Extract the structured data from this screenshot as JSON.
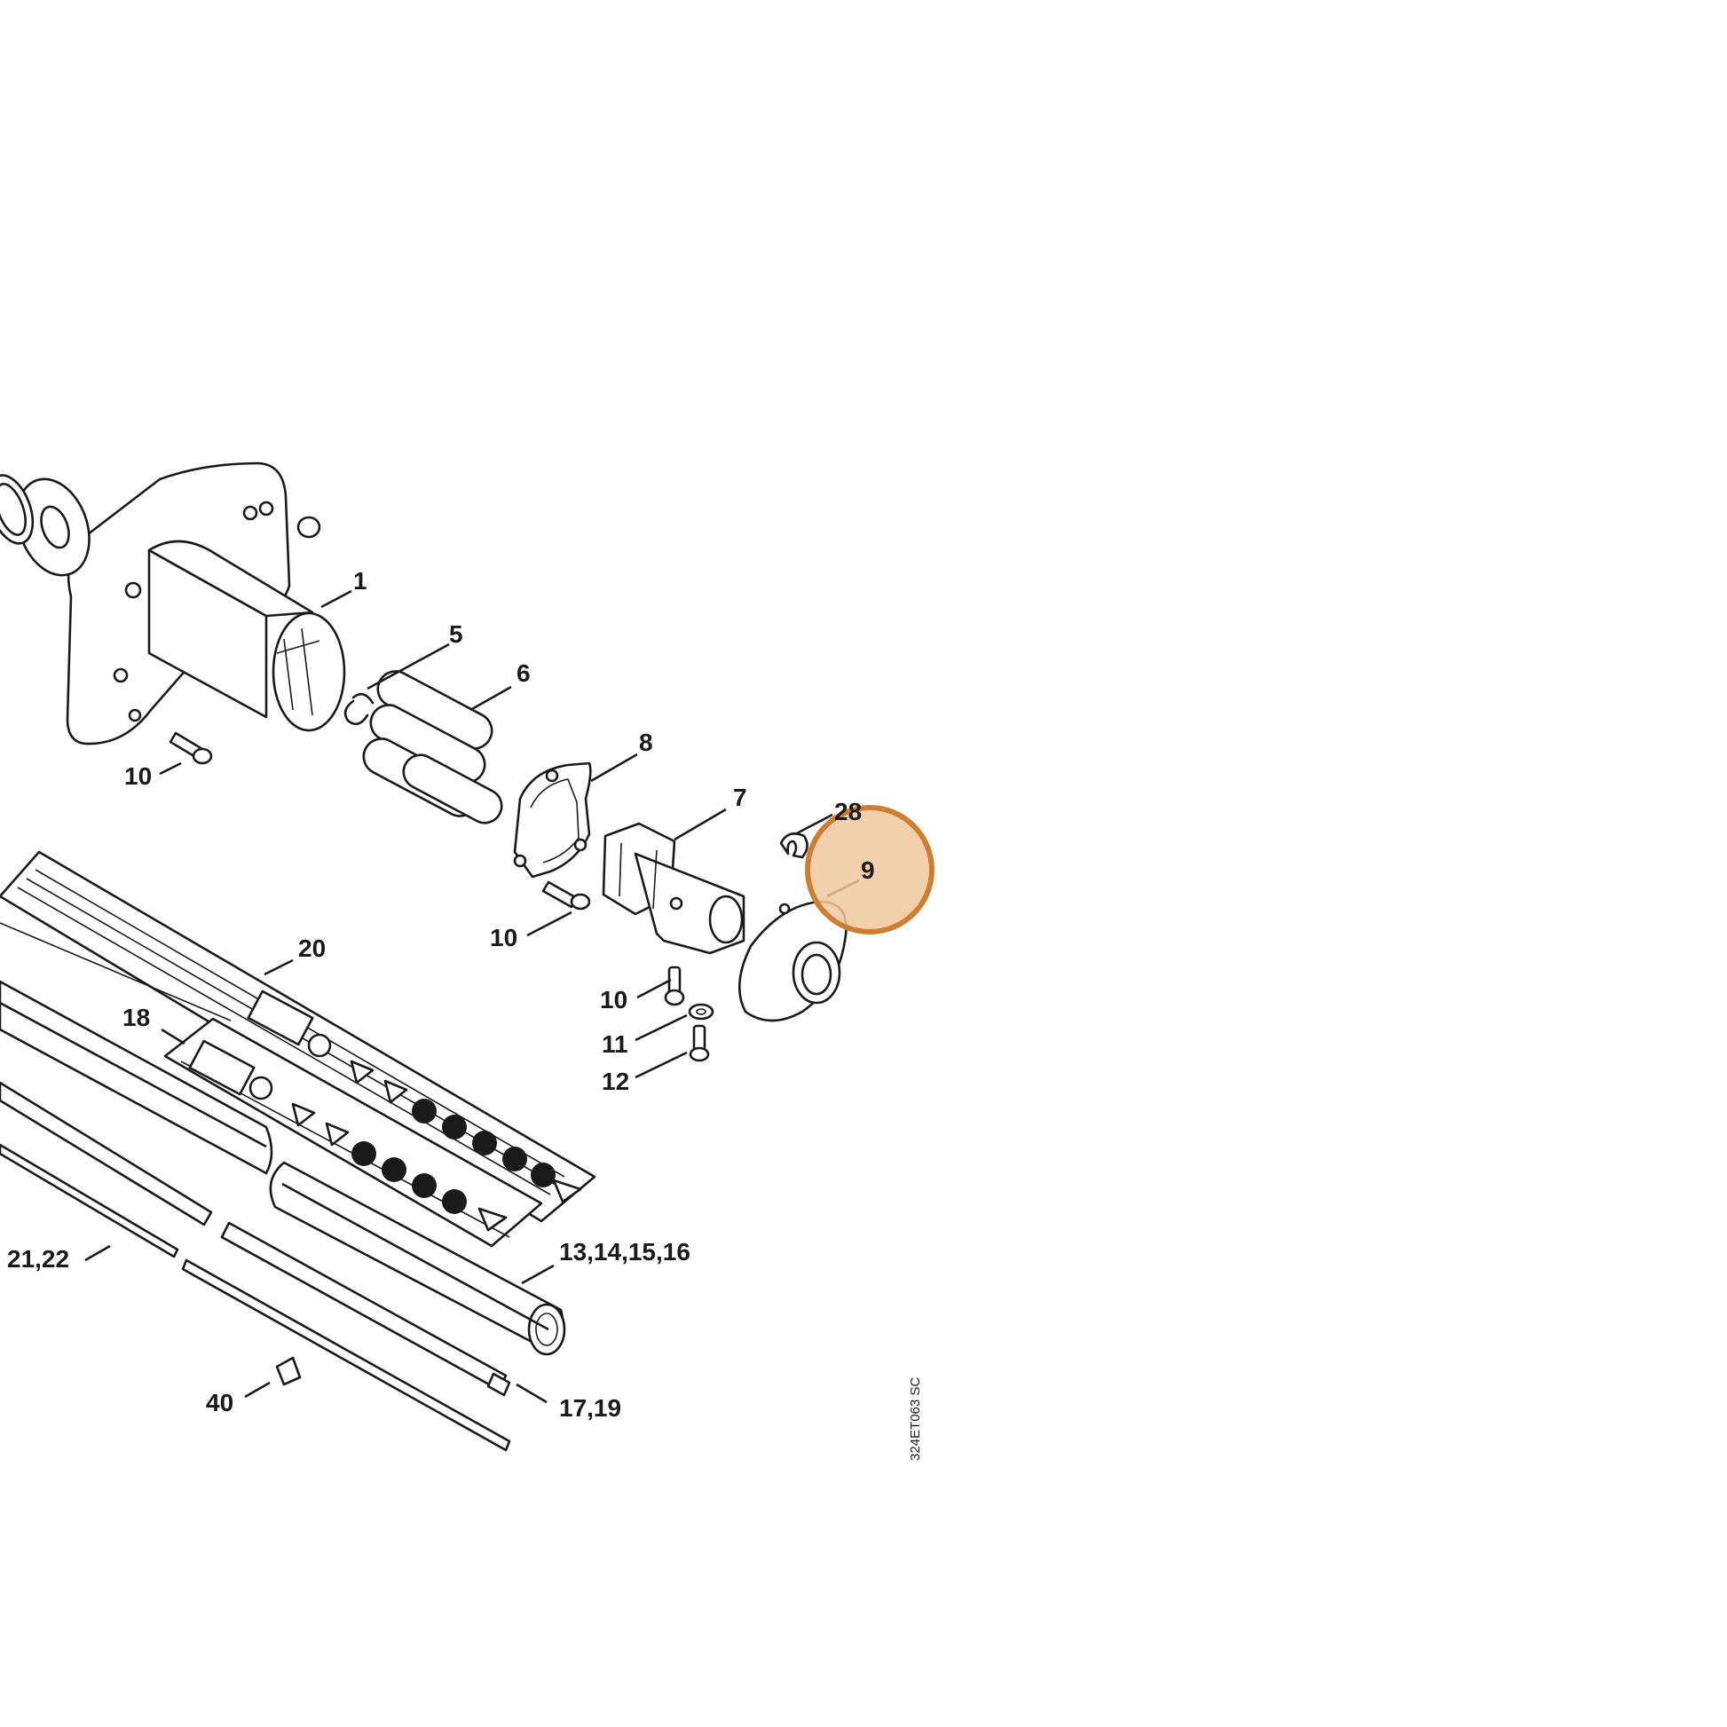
{
  "drawing_code": "324ET063 SC",
  "highlight": {
    "label": "9",
    "fill": "#f0c8a0",
    "stroke": "#cf7d2e"
  },
  "labels": {
    "l1": "1",
    "l5": "5",
    "l6": "6",
    "l8": "8",
    "l7": "7",
    "l28": "28",
    "l9": "9",
    "l10a": "10",
    "l10b": "10",
    "l10c": "10",
    "l11": "11",
    "l12": "12",
    "l20": "20",
    "l18": "18",
    "l2122": "21,22",
    "l13": "13,14,15,16",
    "l40": "40",
    "l1719": "17,19"
  }
}
